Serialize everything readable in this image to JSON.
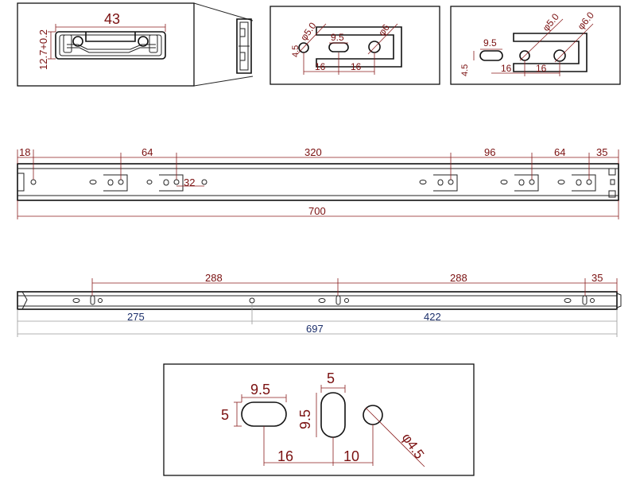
{
  "top_panels": {
    "profile": {
      "width_dim": "43",
      "height_dim": "12.7+0.2"
    },
    "holes_left": {
      "d1": "φ5.0",
      "slot": "9.5",
      "d2": "φ6",
      "h": "4.5",
      "s1": "16",
      "s2": "16"
    },
    "holes_right": {
      "slot": "9.5",
      "d1": "φ5.0",
      "d2": "φ6.0",
      "h": "4.5",
      "s1": "16",
      "s2": "16"
    }
  },
  "rail_upper": {
    "dims_top": [
      "18",
      "64",
      "320",
      "96",
      "64",
      "35"
    ],
    "inner_dim": "32",
    "overall": "700"
  },
  "rail_lower": {
    "dims_top": [
      "288",
      "288",
      "35"
    ],
    "dims_mid": [
      "275",
      "422"
    ],
    "overall": "697"
  },
  "detail": {
    "slot_h_len": "9.5",
    "slot_h_w": "5",
    "slot_v_w": "5",
    "slot_v_len": "9.5",
    "pitch_1": "16",
    "pitch_2": "10",
    "hole_d": "φ4.5"
  }
}
